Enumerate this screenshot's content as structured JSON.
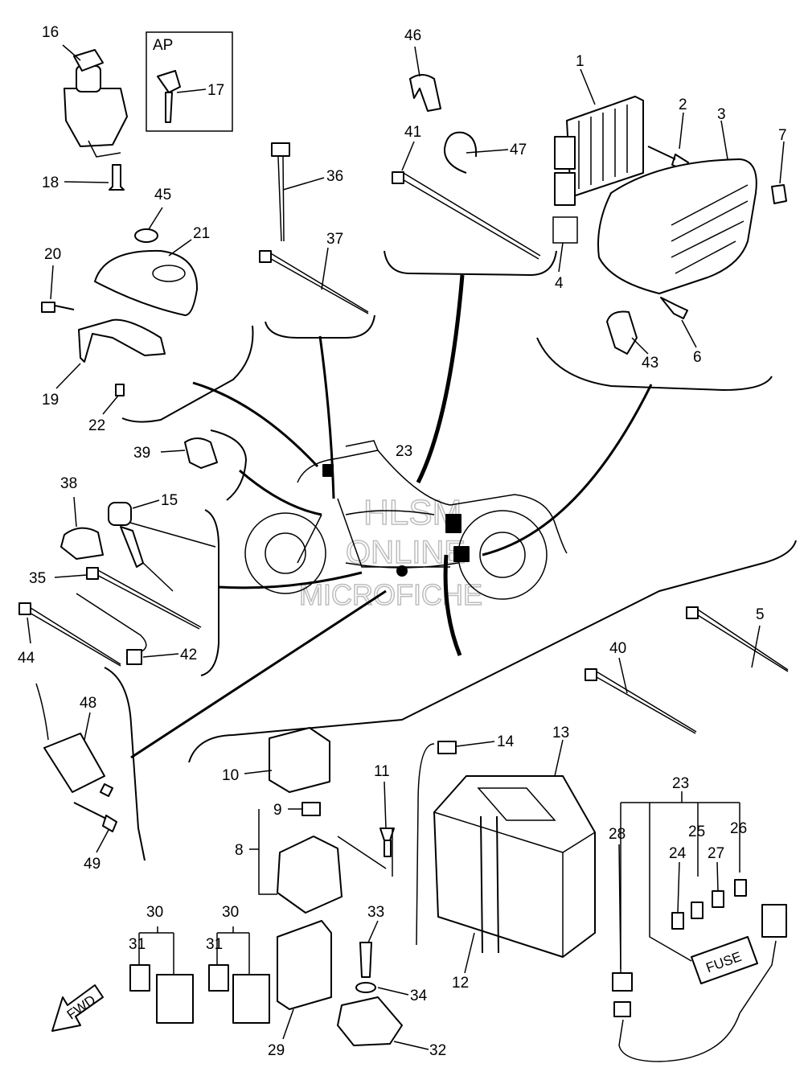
{
  "diagram": {
    "inset_label": "AP",
    "watermark_lines": [
      "HLSM",
      "ONLINE",
      "MICROFICHE"
    ],
    "fuse_text": "FUSE",
    "fwd_text": "FWD",
    "callouts": {
      "p1": "1",
      "p2": "2",
      "p3": "3",
      "p4": "4",
      "p5": "5",
      "p6": "6",
      "p7": "7",
      "p8": "8",
      "p9": "9",
      "p10": "10",
      "p11": "11",
      "p12": "12",
      "p13": "13",
      "p14": "14",
      "p15": "15",
      "p16": "16",
      "p17": "17",
      "p18": "18",
      "p19": "19",
      "p20": "20",
      "p21": "21",
      "p22": "22",
      "p23a": "23",
      "p23b": "23",
      "p24": "24",
      "p25": "25",
      "p26": "26",
      "p27": "27",
      "p28": "28",
      "p29": "29",
      "p30a": "30",
      "p30b": "30",
      "p31a": "31",
      "p31b": "31",
      "p32": "32",
      "p33": "33",
      "p34": "34",
      "p35": "35",
      "p36": "36",
      "p37": "37",
      "p38": "38",
      "p39": "39",
      "p40": "40",
      "p41": "41",
      "p42": "42",
      "p43": "43",
      "p44": "44",
      "p45": "45",
      "p46": "46",
      "p47": "47",
      "p48": "48",
      "p49": "49"
    }
  }
}
